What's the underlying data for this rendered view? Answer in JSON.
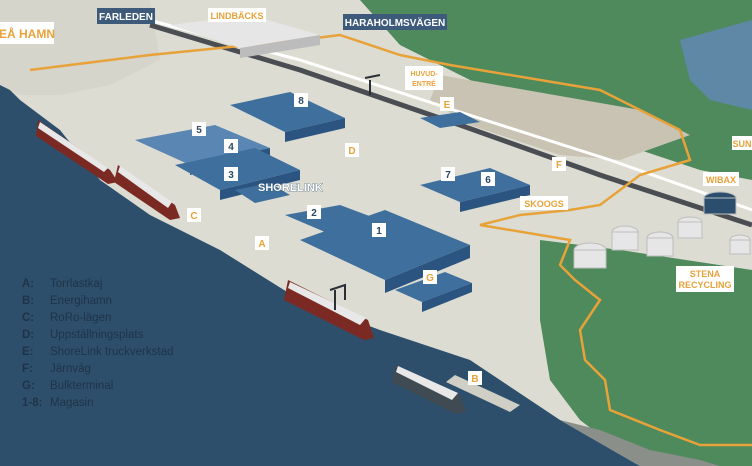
{
  "roads": {
    "farleden": "FARLEDEN",
    "haraholmsvagen": "HARAHOLMSVÄGEN"
  },
  "places": {
    "harbor": "EÅ HAMN",
    "lindbacks": "LINDBÄCKS",
    "huvudentre_line1": "HUVUD-",
    "huvudentre_line2": "ENTRÉ",
    "shorelink": "SHORELINK",
    "skoogs": "SKOOGS",
    "wibax": "WIBAX",
    "stena_line1": "STENA",
    "stena_line2": "RECYCLING",
    "sun": "SUN"
  },
  "pins": {
    "p1": "1",
    "p2": "2",
    "p3": "3",
    "p4": "4",
    "p5": "5",
    "p6": "6",
    "p7": "7",
    "p8": "8",
    "pA": "A",
    "pB": "B",
    "pC": "C",
    "pD": "D",
    "pE": "E",
    "pF": "F",
    "pG": "G"
  },
  "legend": [
    {
      "key": "A:",
      "text": "Torrlastkaj"
    },
    {
      "key": "B:",
      "text": "Energihamn"
    },
    {
      "key": "C:",
      "text": "RoRo-lägen"
    },
    {
      "key": "D:",
      "text": "Uppställningsplats"
    },
    {
      "key": "E:",
      "text": "ShoreLink truckverkstad"
    },
    {
      "key": "F:",
      "text": "Järnväg"
    },
    {
      "key": "G:",
      "text": "Bulkterminal"
    },
    {
      "key": "1-8:",
      "text": "Magasin"
    }
  ],
  "colors": {
    "water": "#2e4f6b",
    "land": "#d8d8cf",
    "green": "#4f8a5c",
    "warehouse": "#3f6f9c",
    "boundary": "#e8a23a",
    "pin": "#ffffff"
  }
}
